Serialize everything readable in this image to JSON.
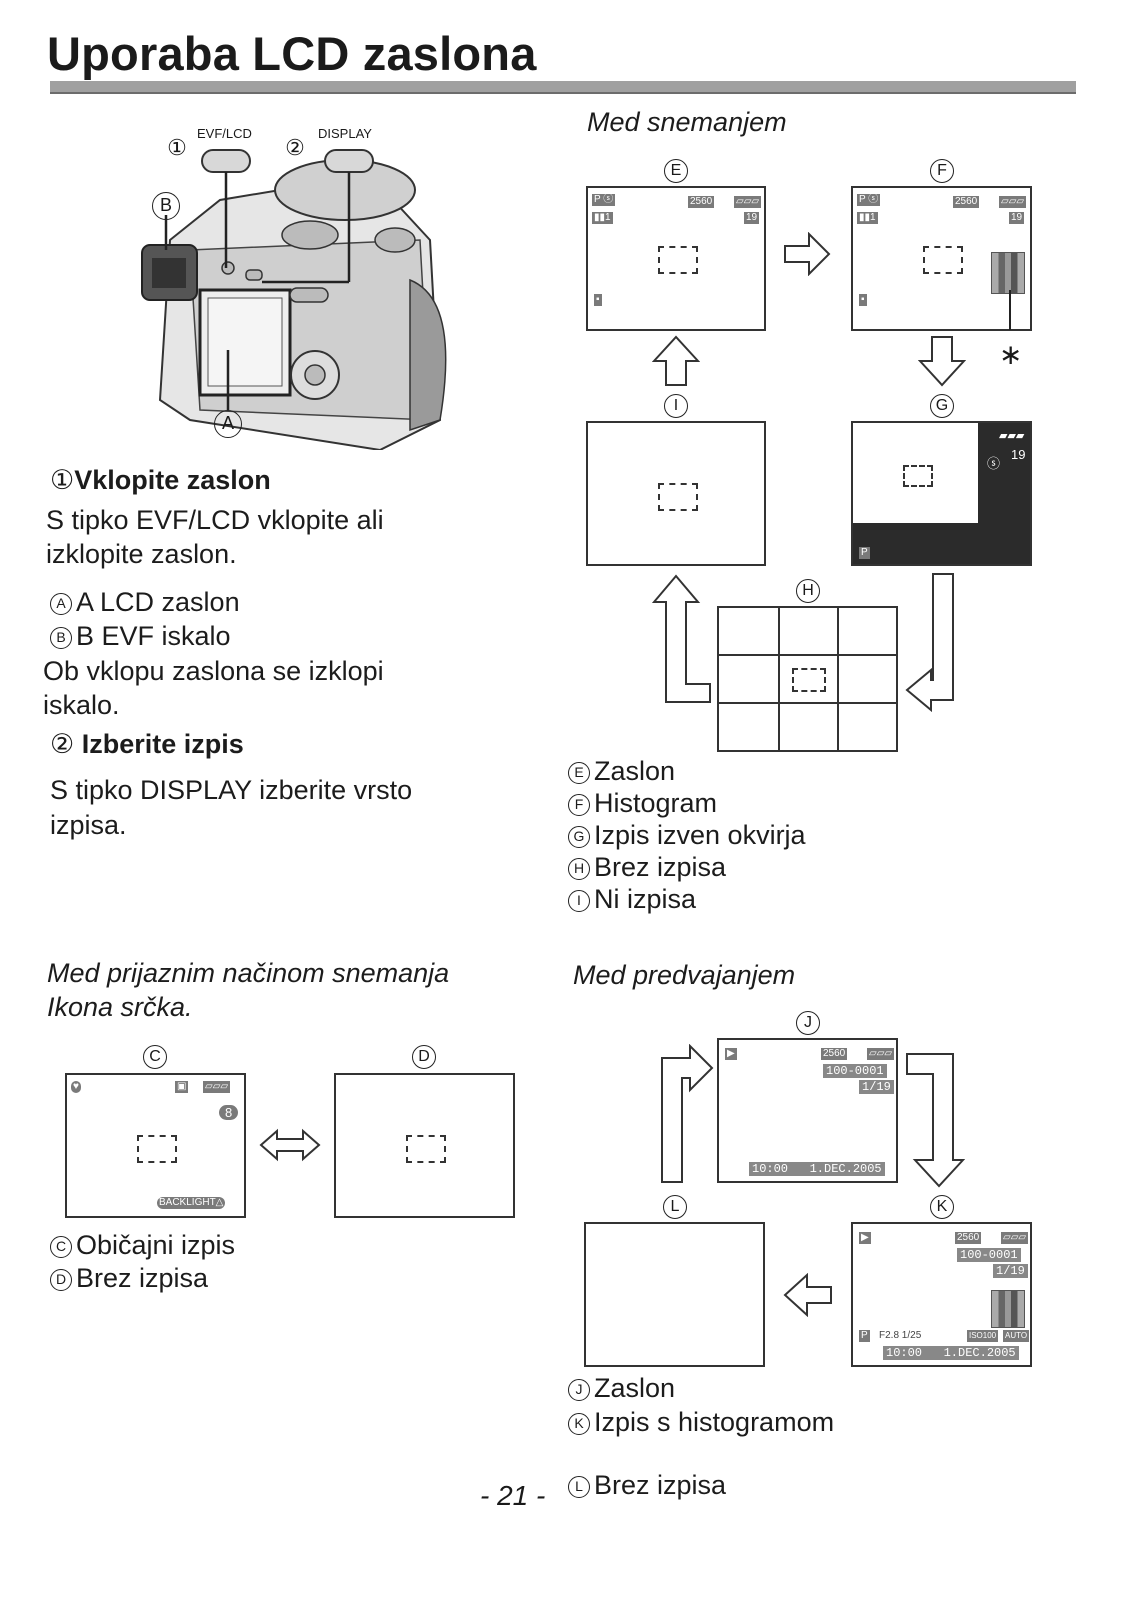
{
  "title": "Uporaba LCD zaslona",
  "camera": {
    "label_1": "①",
    "btn1": "EVF/LCD",
    "label_2": "②",
    "btn2": "DISPLAY",
    "marker_b": "B",
    "marker_a": "A"
  },
  "step1": {
    "num": "①",
    "heading": "Vklopite zaslon",
    "text_l1": "S tipko EVF/LCD vklopite ali",
    "text_l2": "izklopite zaslon.",
    "item_a_mark": "A",
    "item_a": "A LCD zaslon",
    "item_b_mark": "B",
    "item_b": "B EVF iskalo",
    "note_l1": "Ob vklopu zaslona se izklopi",
    "note_l2": "iskalo."
  },
  "step2": {
    "num": "②",
    "heading": "Izberite izpis",
    "text_l1": "S tipko DISPLAY izberite vrsto",
    "text_l2": "izpisa."
  },
  "recording": {
    "heading": "Med snemanjem",
    "screens": {
      "E": {
        "mark": "E",
        "res": "2560",
        "count": "19"
      },
      "F": {
        "mark": "F",
        "res": "2560",
        "count": "19",
        "asterisk": "∗"
      },
      "G": {
        "mark": "G",
        "count": "19",
        "mode": "P"
      },
      "H": {
        "mark": "H"
      },
      "I": {
        "mark": "I"
      }
    },
    "legend": [
      {
        "mark": "E",
        "text": "Zaslon"
      },
      {
        "mark": "F",
        "text": "Histogram"
      },
      {
        "mark": "G",
        "text": "Izpis izven okvirja"
      },
      {
        "mark": "H",
        "text": "Brez izpisa"
      },
      {
        "mark": "I",
        "text": "Ni izpisa"
      }
    ]
  },
  "friendly": {
    "heading_l1": "Med prijaznim načinom snemanja",
    "heading_l2": "Ikona srčka.",
    "screens": {
      "C": {
        "mark": "C",
        "count": "8",
        "backlight": "BACKLIGHT△"
      },
      "D": {
        "mark": "D"
      }
    },
    "legend": [
      {
        "mark": "C",
        "text": "Običajni izpis"
      },
      {
        "mark": "D",
        "text": "Brez izpisa"
      }
    ]
  },
  "playback": {
    "heading": "Med predvajanjem",
    "screens": {
      "J": {
        "mark": "J",
        "res": "2560",
        "folder": "100-0001",
        "frame": "1/19",
        "datetime": "10:00   1.DEC.2005"
      },
      "K": {
        "mark": "K",
        "res": "2560",
        "folder": "100-0001",
        "frame": "1/19",
        "exposure": "F2.8 1/25",
        "iso": "ISO100",
        "wb": "AUTO",
        "datetime": "10:00   1.DEC.2005"
      },
      "L": {
        "mark": "L"
      }
    },
    "legend": [
      {
        "mark": "J",
        "text": "Zaslon"
      },
      {
        "mark": "K",
        "text": "Izpis s histogramom"
      },
      {
        "mark": "L",
        "text": "Brez izpisa"
      }
    ]
  },
  "page_number": "- 21 -"
}
